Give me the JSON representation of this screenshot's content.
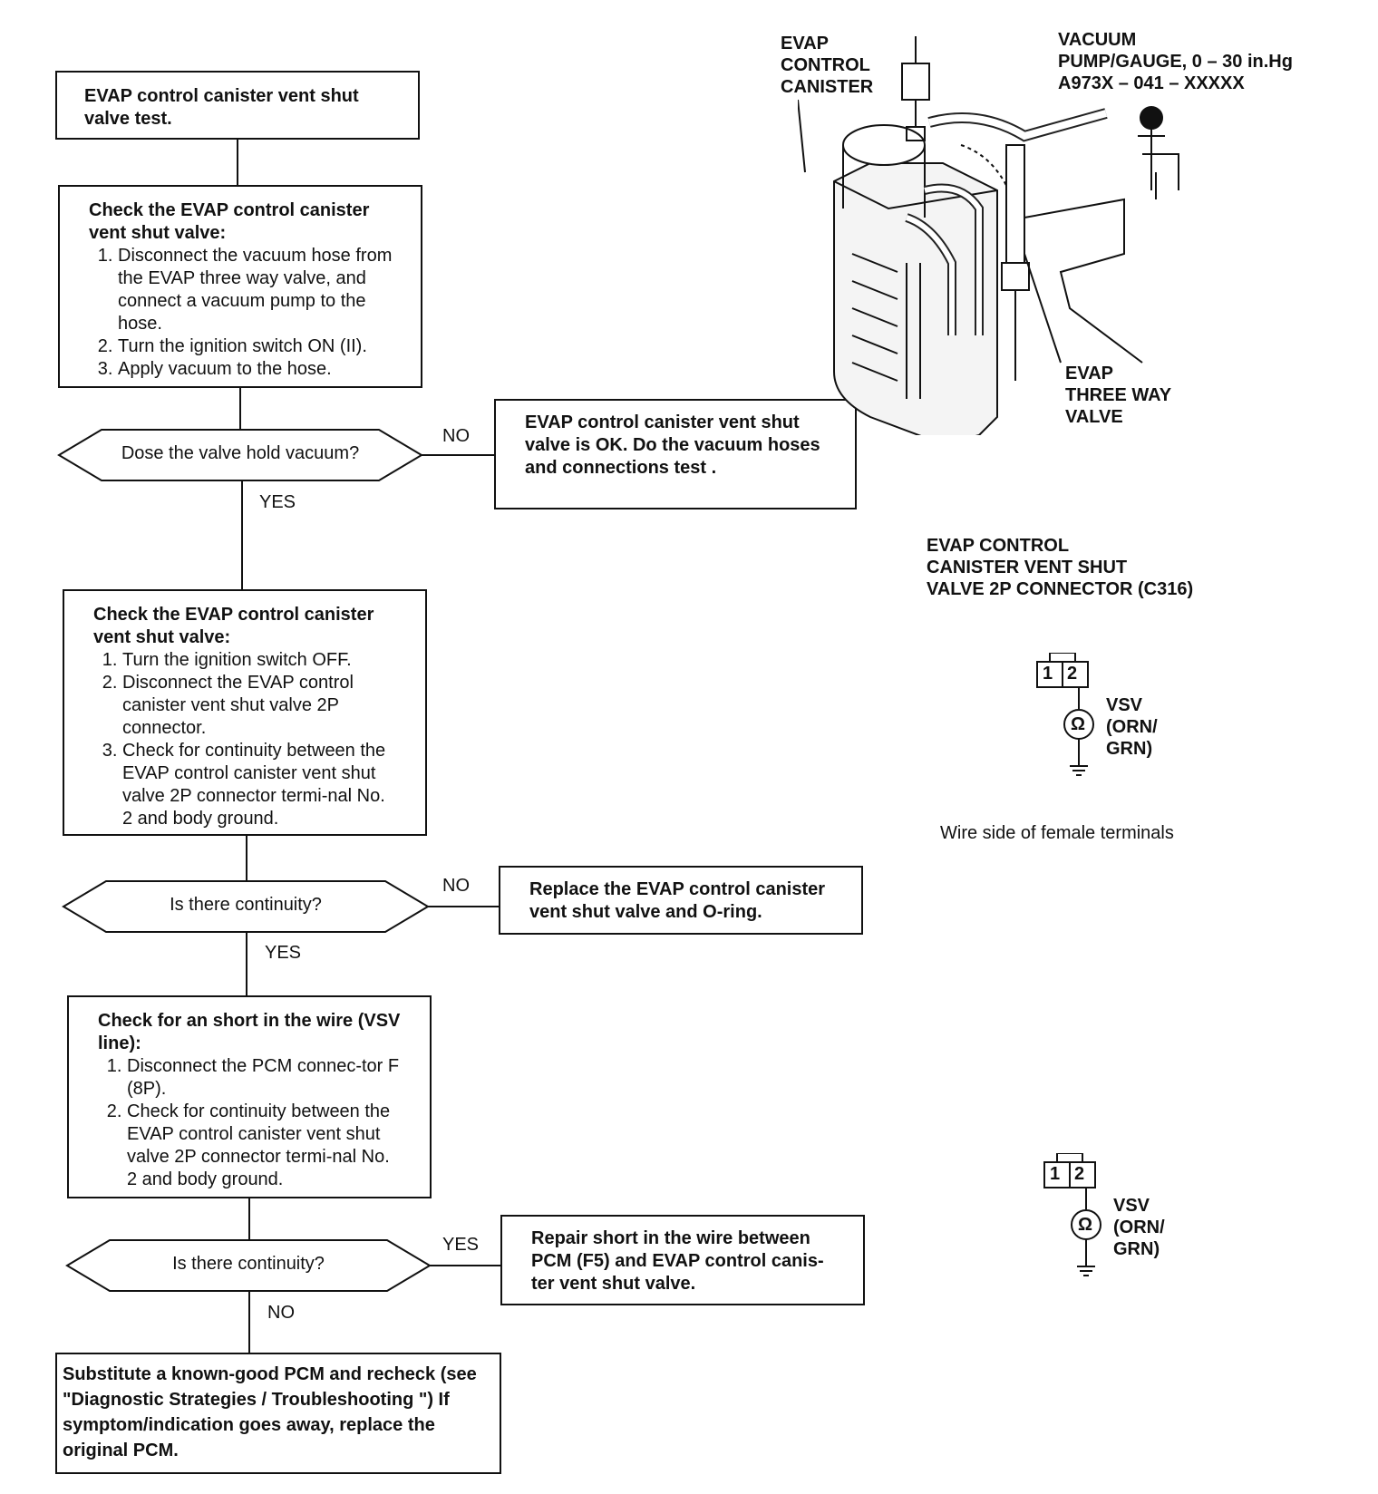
{
  "flow": {
    "start": "EVAP control canister vent shut valve test.",
    "step1": {
      "title": "Check the EVAP control canister vent shut valve:",
      "items": [
        "Disconnect the vacuum hose from the EVAP three way valve, and connect a vacuum pump to the hose.",
        "Turn the ignition switch ON (II).",
        "Apply vacuum to the hose."
      ]
    },
    "decision1": "Dose the valve hold vacuum?",
    "result1": "EVAP control canister vent shut valve is OK. Do the vacuum hoses and connections test .",
    "step2": {
      "title": "Check the EVAP control canister vent shut valve:",
      "items": [
        "Turn the ignition switch OFF.",
        "Disconnect the EVAP control canister vent shut valve 2P connector.",
        "Check for continuity between the EVAP control canister vent shut valve 2P connector termi-nal No. 2 and body ground."
      ]
    },
    "decision2": "Is there continuity?",
    "result2": "Replace the EVAP control canister vent shut valve and O-ring.",
    "step3": {
      "title": "Check for an short in the wire (VSV line):",
      "items": [
        "Disconnect the PCM connec-tor F (8P).",
        "Check for continuity between the EVAP control canister vent shut valve 2P connector termi-nal No. 2 and body ground."
      ]
    },
    "decision3": "Is there continuity?",
    "result3": "Repair short in the wire between PCM (F5) and EVAP control canis-ter vent shut valve.",
    "final": "Substitute a known-good PCM and recheck (see \"Diagnostic Strategies / Troubleshooting \") If symptom/indication goes away, replace the original PCM.",
    "labels": {
      "no": "NO",
      "yes": "YES"
    }
  },
  "illustration": {
    "canister_label": "EVAP\nCONTROL\nCANISTER",
    "pump_label": "VACUUM\nPUMP/GAUGE, 0 – 30 in.Hg\nA973X – 041 – XXXXX",
    "valve_label": "EVAP\nTHREE WAY\nVALVE"
  },
  "connector": {
    "title": "EVAP CONTROL\nCANISTER VENT SHUT\nVALVE 2P CONNECTOR (C316)",
    "pin1": "1",
    "pin2": "2",
    "wire_label": "VSV\n(ORN/\nGRN)",
    "ohm": "Ω",
    "caption": "Wire side of female terminals"
  }
}
